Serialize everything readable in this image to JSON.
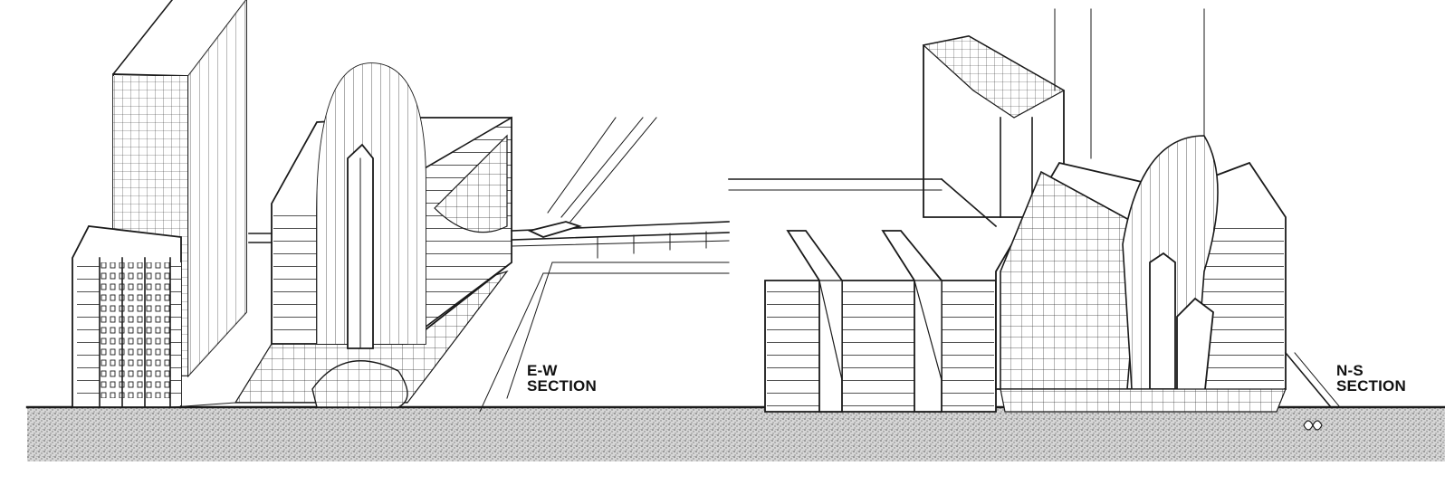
{
  "colors": {
    "ink": "#1a1a1a",
    "paper": "#ffffff",
    "ground": "#bdbdbd"
  },
  "sections": [
    {
      "id": "ew",
      "line1": "E-W",
      "line2": "SECTION"
    },
    {
      "id": "ns",
      "line1": "N-S",
      "line2": "SECTION"
    }
  ]
}
